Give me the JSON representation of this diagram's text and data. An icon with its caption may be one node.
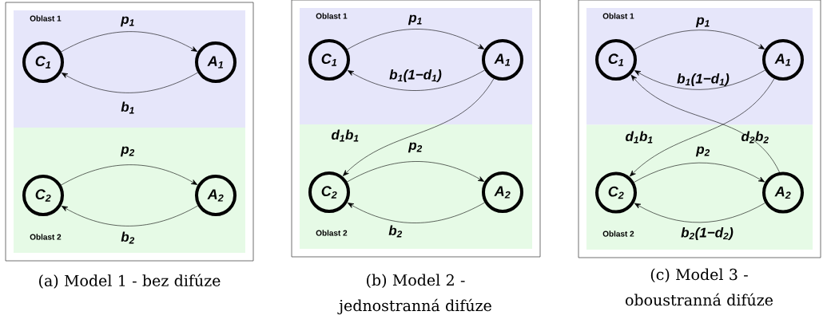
{
  "diagram": {
    "nodes": [
      {
        "text": [],
        "shape": "box"
      },
      {
        "text": [
          "Oblast 1"
        ],
        "in": 0
      },
      {
        "text": [
          "C$_{1}$"
        ],
        "in": 1
      },
      {
        "text": [
          "A$_{1}$"
        ],
        "in": 1
      },
      {
        "text": [
          "Oblast 2"
        ],
        "in": 0
      },
      {
        "text": [
          "C$_{2}$"
        ],
        "in": 4
      },
      {
        "text": [
          "A$_{2}$"
        ],
        "in": 4
      },
      {
        "text": [],
        "shape": "box"
      },
      {
        "text": [
          "Oblast 1"
        ],
        "in": 7
      },
      {
        "text": [
          "C$_{1}$"
        ],
        "in": 8
      },
      {
        "text": [
          "A$_{1}$"
        ],
        "in": 8
      },
      {
        "text": [
          "Oblast 2"
        ],
        "in": 7
      },
      {
        "text": [
          "C$_{2}$"
        ],
        "in": 11
      },
      {
        "text": [
          "A$_{2}$"
        ],
        "in": 11
      },
      {
        "text": [],
        "shape": "box"
      },
      {
        "text": [
          "Oblast 1"
        ],
        "in": 14
      },
      {
        "text": [
          "C$_{1}$"
        ],
        "in": 15
      },
      {
        "text": [
          "A$_{1}$"
        ],
        "in": 15
      },
      {
        "text": [
          "Oblast 2"
        ],
        "in": 14
      },
      {
        "text": [
          "C$_{2}$"
        ],
        "in": 18
      },
      {
        "text": [
          "A$_{2}$"
        ],
        "in": 18
      }
    ],
    "edges": [
      {
        "from": 2,
        "to": 3,
        "arrow": "to",
        "label": "p$_{1}$"
      },
      {
        "from": 3,
        "to": 2,
        "arrow": "to",
        "label": "b$_{1}$"
      },
      {
        "from": 5,
        "to": 6,
        "arrow": "to",
        "label": "p$_{2}$"
      },
      {
        "from": 6,
        "to": 5,
        "arrow": "to",
        "label": "b$_{2}$"
      },
      {
        "from": 9,
        "to": 10,
        "arrow": "to",
        "label": "p$_{1}$"
      },
      {
        "from": 10,
        "to": 9,
        "arrow": "to",
        "label": "b$_{1}$(1−d$_{1}$)"
      },
      {
        "from": 10,
        "to": 12,
        "arrow": "to",
        "label": "d$_{1}$b$_{1}$"
      },
      {
        "from": 12,
        "to": 13,
        "arrow": "to",
        "label": "p$_{2}$"
      },
      {
        "from": 13,
        "to": 12,
        "arrow": "to",
        "label": "b$_{2}$"
      },
      {
        "from": 16,
        "to": 17,
        "arrow": "to",
        "label": "p$_{1}$"
      },
      {
        "from": 17,
        "to": 16,
        "arrow": "to",
        "label": "b$_{1}$(1−d$_{1}$)"
      },
      {
        "from": 17,
        "to": 19,
        "arrow": "to",
        "label": "d$_{1}$b$_{1}$"
      },
      {
        "from": 20,
        "to": 16,
        "arrow": "to",
        "label": "d$_{2}$b$_{2}$"
      },
      {
        "from": 19,
        "to": 20,
        "arrow": "to",
        "label": "p$_{2}$"
      },
      {
        "from": 20,
        "to": 19,
        "arrow": "to",
        "label": "b$_{2}$(1−d$_{2}$)"
      }
    ],
    "labels": [
      "(a) Model 1 - bez difúze",
      "(b) Model 2 - jednostranná difúze",
      "(c) Model 3 - oboustranná difúze"
    ]
  }
}
